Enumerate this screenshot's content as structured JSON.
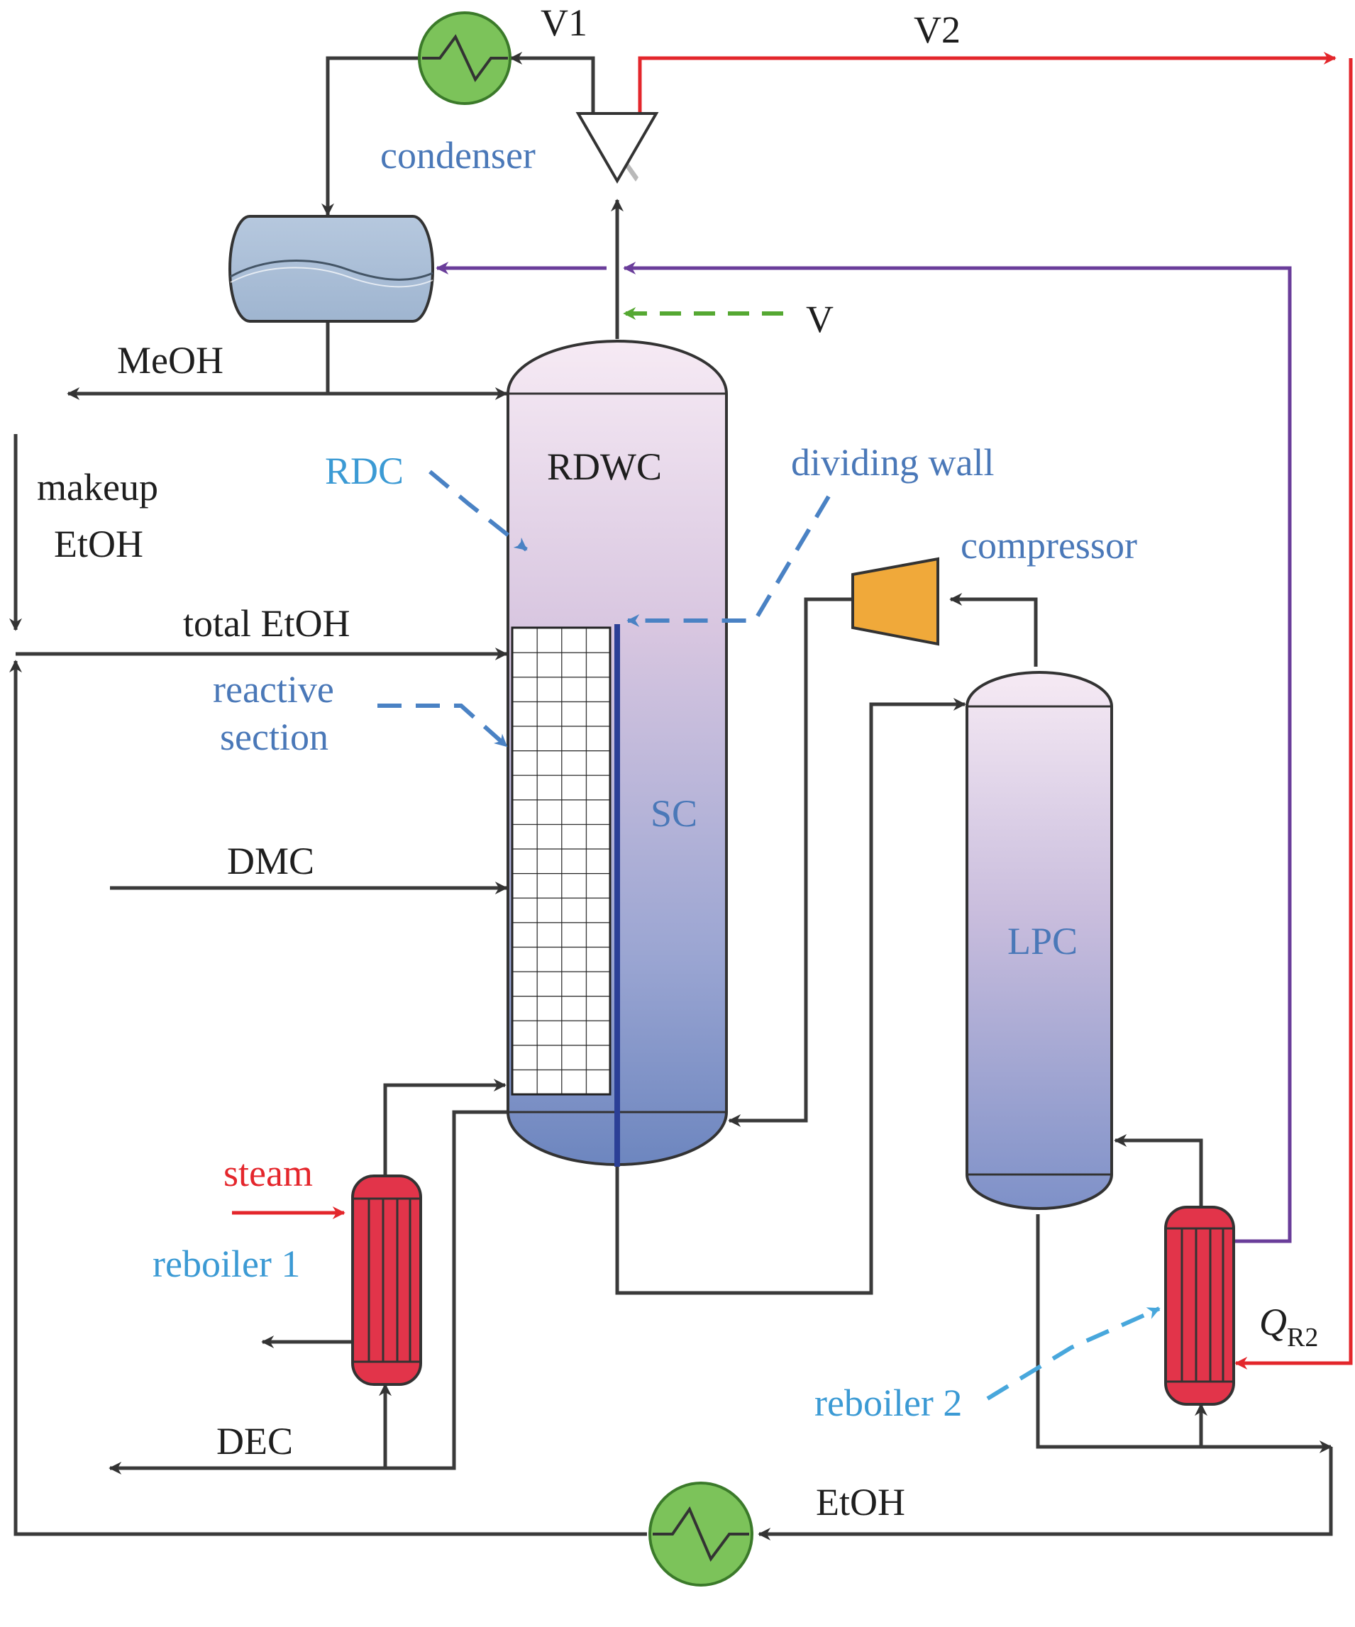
{
  "streams": {
    "v1": "V1",
    "v2": "V2",
    "v": "V",
    "meoh": "MeOH",
    "makeup_line1": "makeup",
    "makeup_line2": "EtOH",
    "total_etoh": "total EtOH",
    "dmc": "DMC",
    "steam": "steam",
    "dec": "DEC",
    "etoh": "EtOH",
    "q_r2_main": "Q",
    "q_r2_sub": "R2"
  },
  "equipment": {
    "condenser": "condenser",
    "rdc": "RDC",
    "rdwc": "RDWC",
    "dividing_wall": "dividing wall",
    "compressor": "compressor",
    "reactive_line1": "reactive",
    "reactive_line2": "section",
    "sc": "SC",
    "lpc": "LPC",
    "reboiler_1": "reboiler 1",
    "reboiler_2": "reboiler 2"
  },
  "colors": {
    "pipe": "#3a3a3a",
    "recompressed_vapor": "#e3262b",
    "heat_integration": "#6a3d9a",
    "heat_exchanger": "#7cc35a",
    "compressor": "#f0a93a",
    "reboiler": "#e2344a",
    "drum": "#a7bcd6",
    "column_top": "#f2e4f1",
    "column_bottom": "#6d86bf",
    "label_blue": "#4a78b8",
    "label_light_blue": "#3b9ad4",
    "label_red": "#e4262c"
  },
  "icons": [
    "heat-exchanger-icon",
    "reflux-drum-icon",
    "splitter-icon",
    "compressor-icon",
    "reboiler-icon"
  ]
}
